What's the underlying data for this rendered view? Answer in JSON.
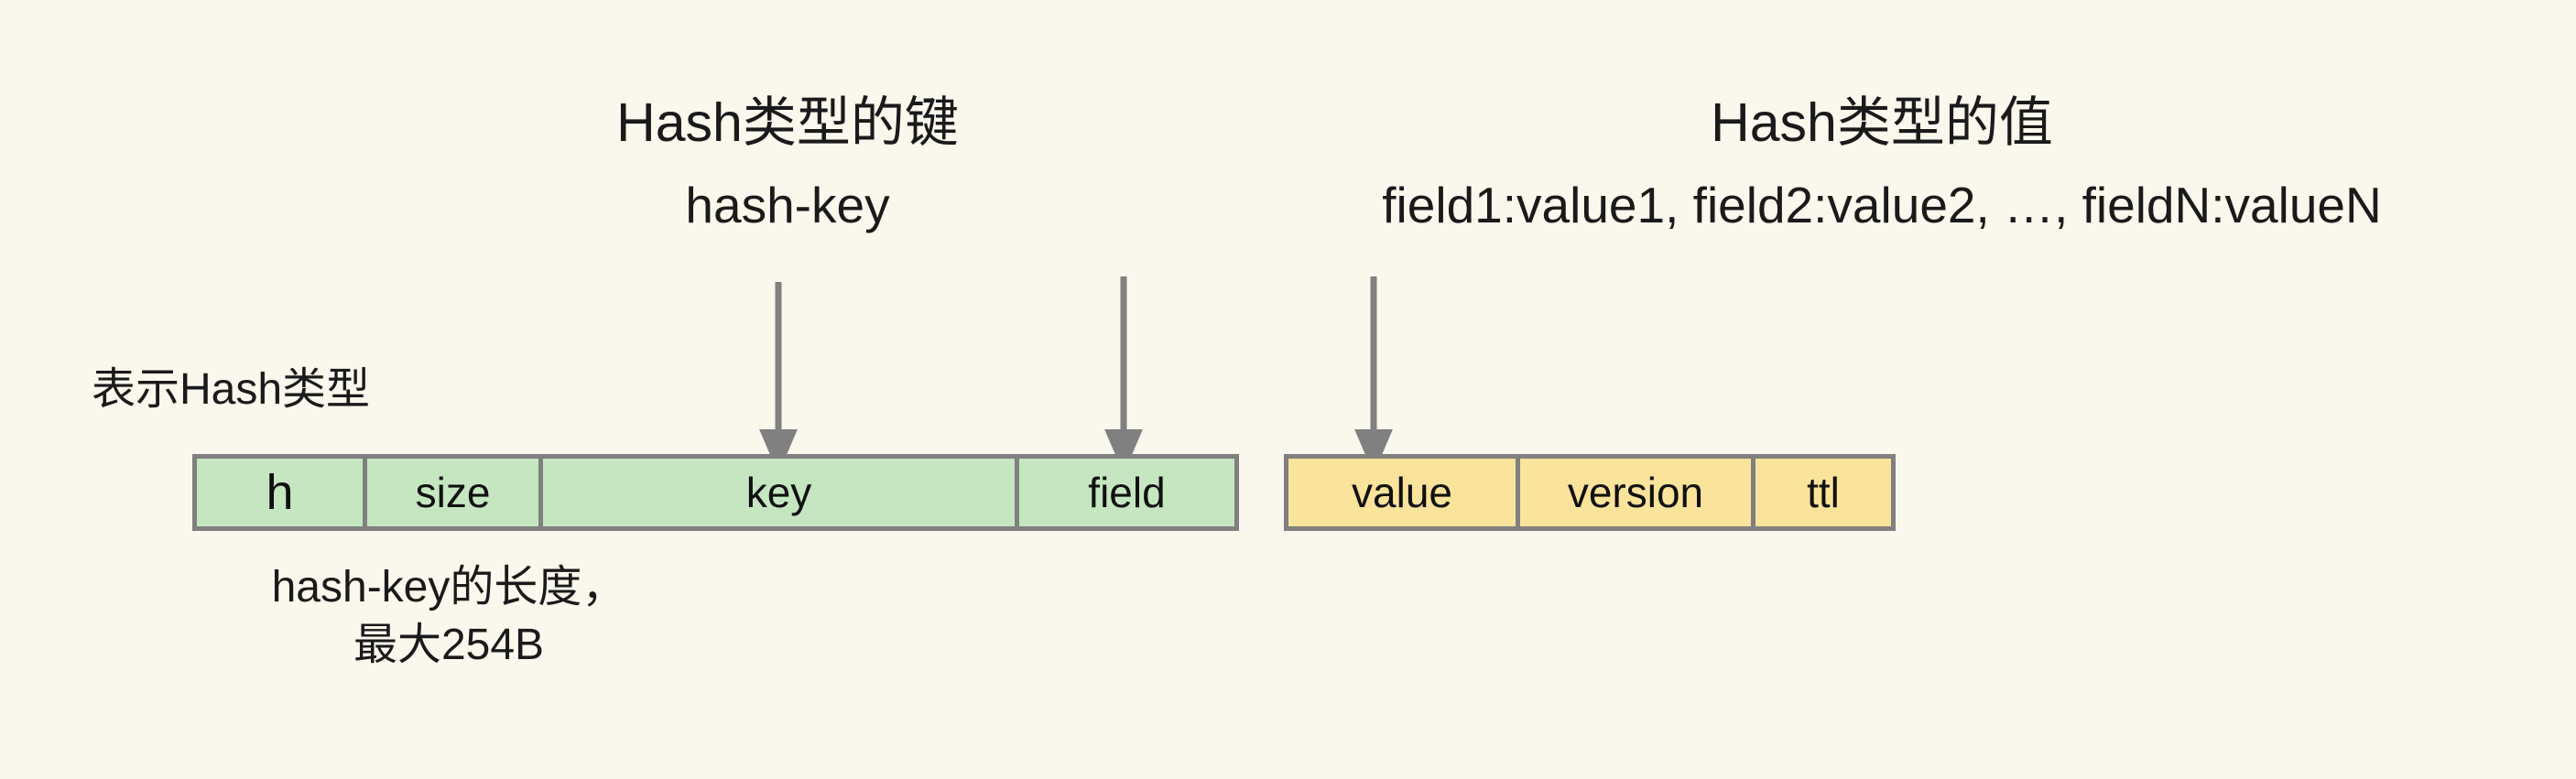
{
  "diagram": {
    "title_key": "Hash类型的键",
    "subtitle_key": "hash-key",
    "title_value": "Hash类型的值",
    "subtitle_value": "field1:value1, field2:value2, …, fieldN:valueN",
    "type_label": "表示Hash类型",
    "size_note_line1": "hash-key的长度，",
    "size_note_line2": "最大254B"
  },
  "key_record": {
    "name": "hash-key-record",
    "cells": [
      {
        "label": "h"
      },
      {
        "label": "size"
      },
      {
        "label": "key"
      },
      {
        "label": "field"
      }
    ]
  },
  "value_record": {
    "name": "hash-value-record",
    "cells": [
      {
        "label": "value"
      },
      {
        "label": "version"
      },
      {
        "label": "ttl"
      }
    ]
  },
  "annotations": {
    "arrows": [
      {
        "name": "arrow-to-key",
        "target": "key"
      },
      {
        "name": "arrow-to-field",
        "target": "field"
      },
      {
        "name": "arrow-to-value",
        "target": "value"
      }
    ]
  },
  "colors": {
    "background": "#faf7ec",
    "key_fill": "#c6e6c2",
    "value_fill": "#fae39a",
    "border": "#808080",
    "arrow": "#808080",
    "text": "#1a1a1a"
  }
}
